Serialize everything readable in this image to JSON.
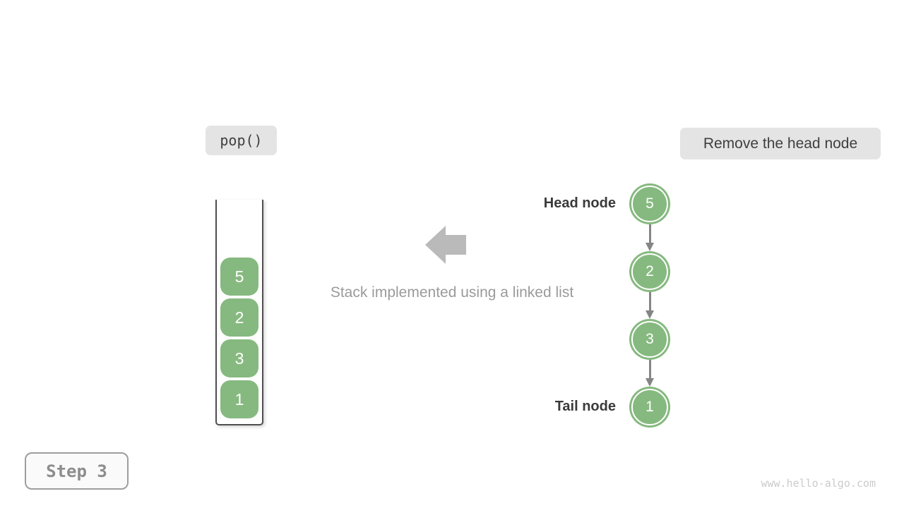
{
  "pop_box": {
    "label": "pop()"
  },
  "action_box": {
    "label": "Remove the head node"
  },
  "stack": {
    "cells_top_to_bottom": [
      "5",
      "2",
      "3",
      "1"
    ]
  },
  "caption": "Stack implemented using a linked list",
  "linked_list": {
    "head_label": "Head node",
    "tail_label": "Tail node",
    "nodes_top_to_bottom": [
      "5",
      "2",
      "3",
      "1"
    ]
  },
  "step_box": {
    "label": "Step 3"
  },
  "watermark": "www.hello-algo.com",
  "colors": {
    "node_green": "#86b97f",
    "label_box_bg": "#e4e4e4",
    "muted_text": "#9a9a9a",
    "dark_text": "#3a3a3a",
    "connector_gray": "#858585",
    "arrow_icon_gray": "#bababa",
    "container_border": "#4f4f4f"
  },
  "icons": {
    "direction_arrow": "left-arrow-icon"
  }
}
